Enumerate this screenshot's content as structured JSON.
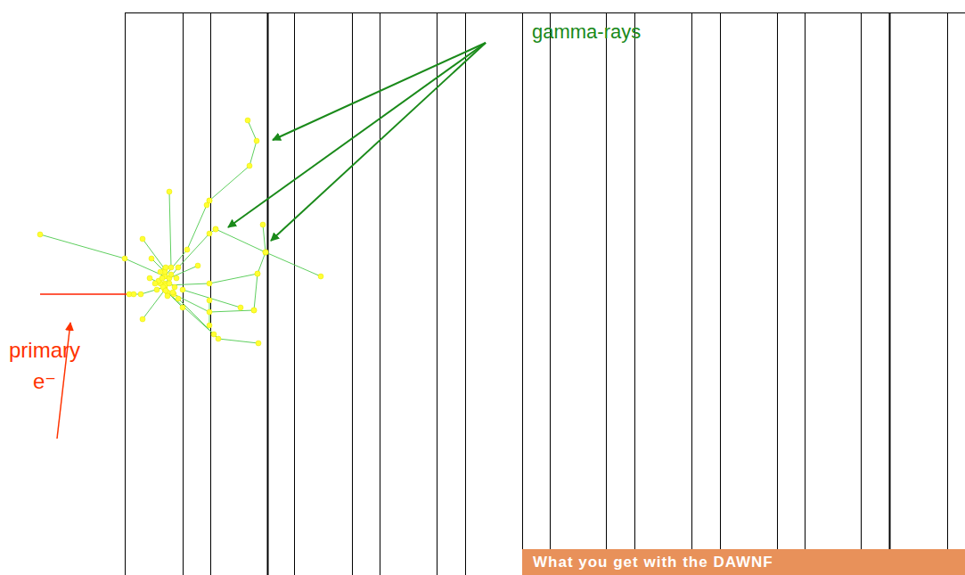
{
  "diagram": {
    "nodes": [
      {
        "text": [
          "What you get with the DAWNF"
        ]
      }
    ],
    "labels": [
      "gamma-rays",
      "primary e⁻"
    ]
  }
}
